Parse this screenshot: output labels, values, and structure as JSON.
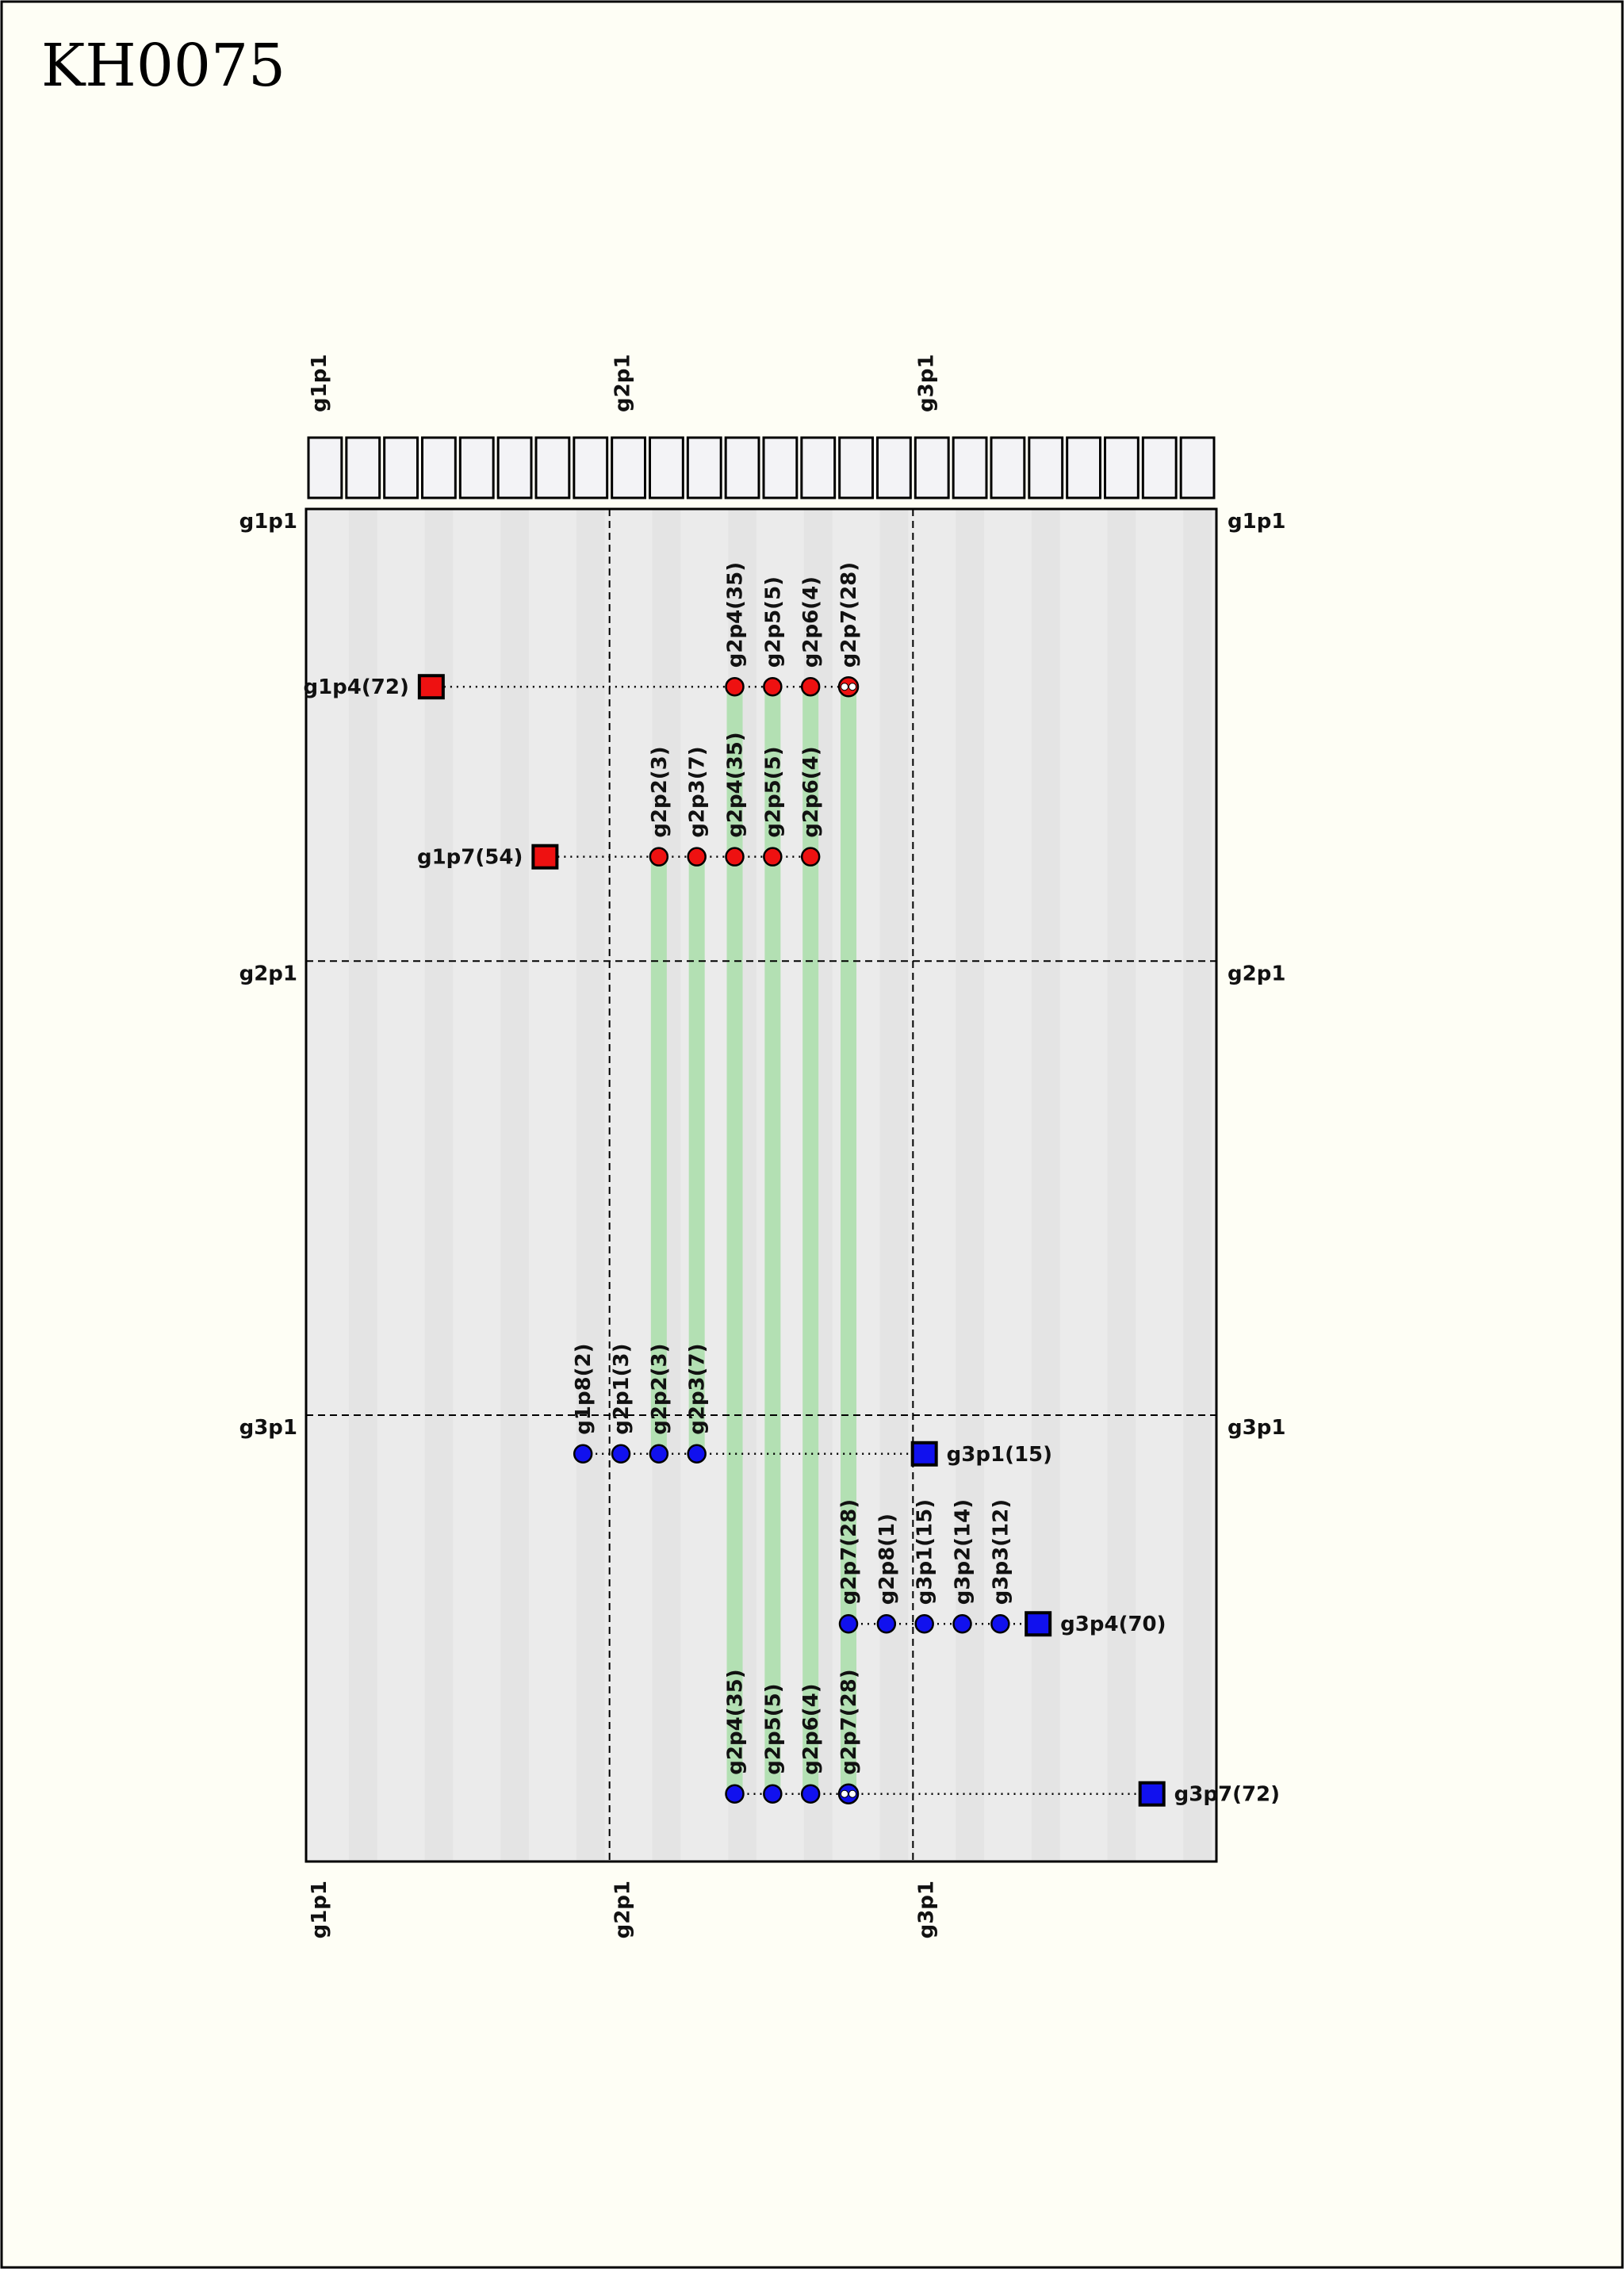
{
  "title": "KH0075",
  "colors": {
    "page_bg": "#fefef5",
    "grid_bg": "#ebebeb",
    "grid_stripe": "#e4e4e4",
    "cell_fill": "#f3f3f6",
    "link_green": "#b3e0b3",
    "red": "#ee1111",
    "blue": "#1111ee"
  },
  "diagram": {
    "columns": 24,
    "rows": 35,
    "top_labels": [
      {
        "text": "g1p1",
        "col": 0
      },
      {
        "text": "g2p1",
        "col": 8
      },
      {
        "text": "g3p1",
        "col": 16
      }
    ],
    "bottom_labels": [
      {
        "text": "g1p1",
        "col": 0
      },
      {
        "text": "g2p1",
        "col": 8
      },
      {
        "text": "g3p1",
        "col": 16
      }
    ],
    "row_labels": [
      {
        "text": "g1p1",
        "row": 0
      },
      {
        "text": "g2p1",
        "row": 11.7
      },
      {
        "text": "g3p1",
        "row": 23.45
      }
    ],
    "vertical_dividers": [
      8,
      16
    ],
    "horizontal_dividers": [
      11.7,
      23.45
    ],
    "tracks": [
      {
        "color": "red",
        "row": 4.6,
        "anchor": {
          "label": "g1p4(72)",
          "col": 3.3,
          "label_side": "left"
        },
        "dots": [
          {
            "label": "g2p4(35)",
            "col": 11.3
          },
          {
            "label": "g2p5(5)",
            "col": 12.3
          },
          {
            "label": "g2p6(4)",
            "col": 13.3
          },
          {
            "label": "g2p7(28)",
            "col": 14.3,
            "double": true
          }
        ]
      },
      {
        "color": "red",
        "row": 9.0,
        "anchor": {
          "label": "g1p7(54)",
          "col": 6.3,
          "label_side": "left"
        },
        "dots": [
          {
            "label": "g2p2(3)",
            "col": 9.3
          },
          {
            "label": "g2p3(7)",
            "col": 10.3
          },
          {
            "label": "g2p4(35)",
            "col": 11.3
          },
          {
            "label": "g2p5(5)",
            "col": 12.3
          },
          {
            "label": "g2p6(4)",
            "col": 13.3
          }
        ]
      },
      {
        "color": "blue",
        "row": 24.45,
        "anchor": {
          "label": "g3p1(15)",
          "col": 16.3,
          "label_side": "right"
        },
        "dots": [
          {
            "label": "g1p8(2)",
            "col": 7.3
          },
          {
            "label": "g2p1(3)",
            "col": 8.3
          },
          {
            "label": "g2p2(3)",
            "col": 9.3
          },
          {
            "label": "g2p3(7)",
            "col": 10.3
          }
        ]
      },
      {
        "color": "blue",
        "row": 28.85,
        "anchor": {
          "label": "g3p4(70)",
          "col": 19.3,
          "label_side": "right"
        },
        "dots": [
          {
            "label": "g2p7(28)",
            "col": 14.3
          },
          {
            "label": "g2p8(1)",
            "col": 15.3
          },
          {
            "label": "g3p1(15)",
            "col": 16.3
          },
          {
            "label": "g3p2(14)",
            "col": 17.3
          },
          {
            "label": "g3p3(12)",
            "col": 18.3
          }
        ]
      },
      {
        "color": "blue",
        "row": 33.25,
        "anchor": {
          "label": "g3p7(72)",
          "col": 22.3,
          "label_side": "right"
        },
        "dots": [
          {
            "label": "g2p4(35)",
            "col": 11.3
          },
          {
            "label": "g2p5(5)",
            "col": 12.3
          },
          {
            "label": "g2p6(4)",
            "col": 13.3
          },
          {
            "label": "g2p7(28)",
            "col": 14.3,
            "double": true
          }
        ]
      }
    ],
    "links": [
      {
        "col": 9.3,
        "from_row": 9.0,
        "to_row": 24.45
      },
      {
        "col": 10.3,
        "from_row": 9.0,
        "to_row": 24.45
      },
      {
        "col": 11.3,
        "from_row": 4.6,
        "to_row": 33.25
      },
      {
        "col": 12.3,
        "from_row": 4.6,
        "to_row": 33.25
      },
      {
        "col": 13.3,
        "from_row": 4.6,
        "to_row": 33.25
      },
      {
        "col": 14.3,
        "from_row": 4.6,
        "to_row": 33.25
      }
    ]
  }
}
